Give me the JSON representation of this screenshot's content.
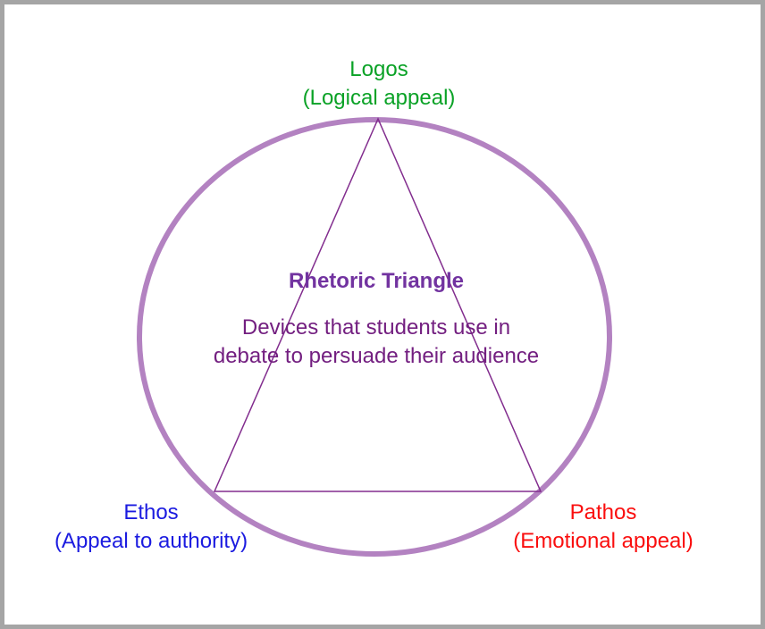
{
  "diagram": {
    "title": "Rhetoric Triangle",
    "subtitle_lines": [
      "Devices that students use in",
      "debate to persuade their audience"
    ],
    "nodes": {
      "top": {
        "name": "Logos",
        "description": "(Logical appeal)",
        "color": "#0aa226"
      },
      "bottom_left": {
        "name": "Ethos",
        "description": "(Appeal to authority)",
        "color": "#1b1be0"
      },
      "bottom_right": {
        "name": "Pathos",
        "description": "(Emotional appeal)",
        "color": "#fa0e0e"
      }
    },
    "shapes": {
      "circle_color": "#b382c1",
      "triangle_color": "#822d8e",
      "title_color": "#7233a0",
      "subtitle_color": "#731f80"
    }
  }
}
